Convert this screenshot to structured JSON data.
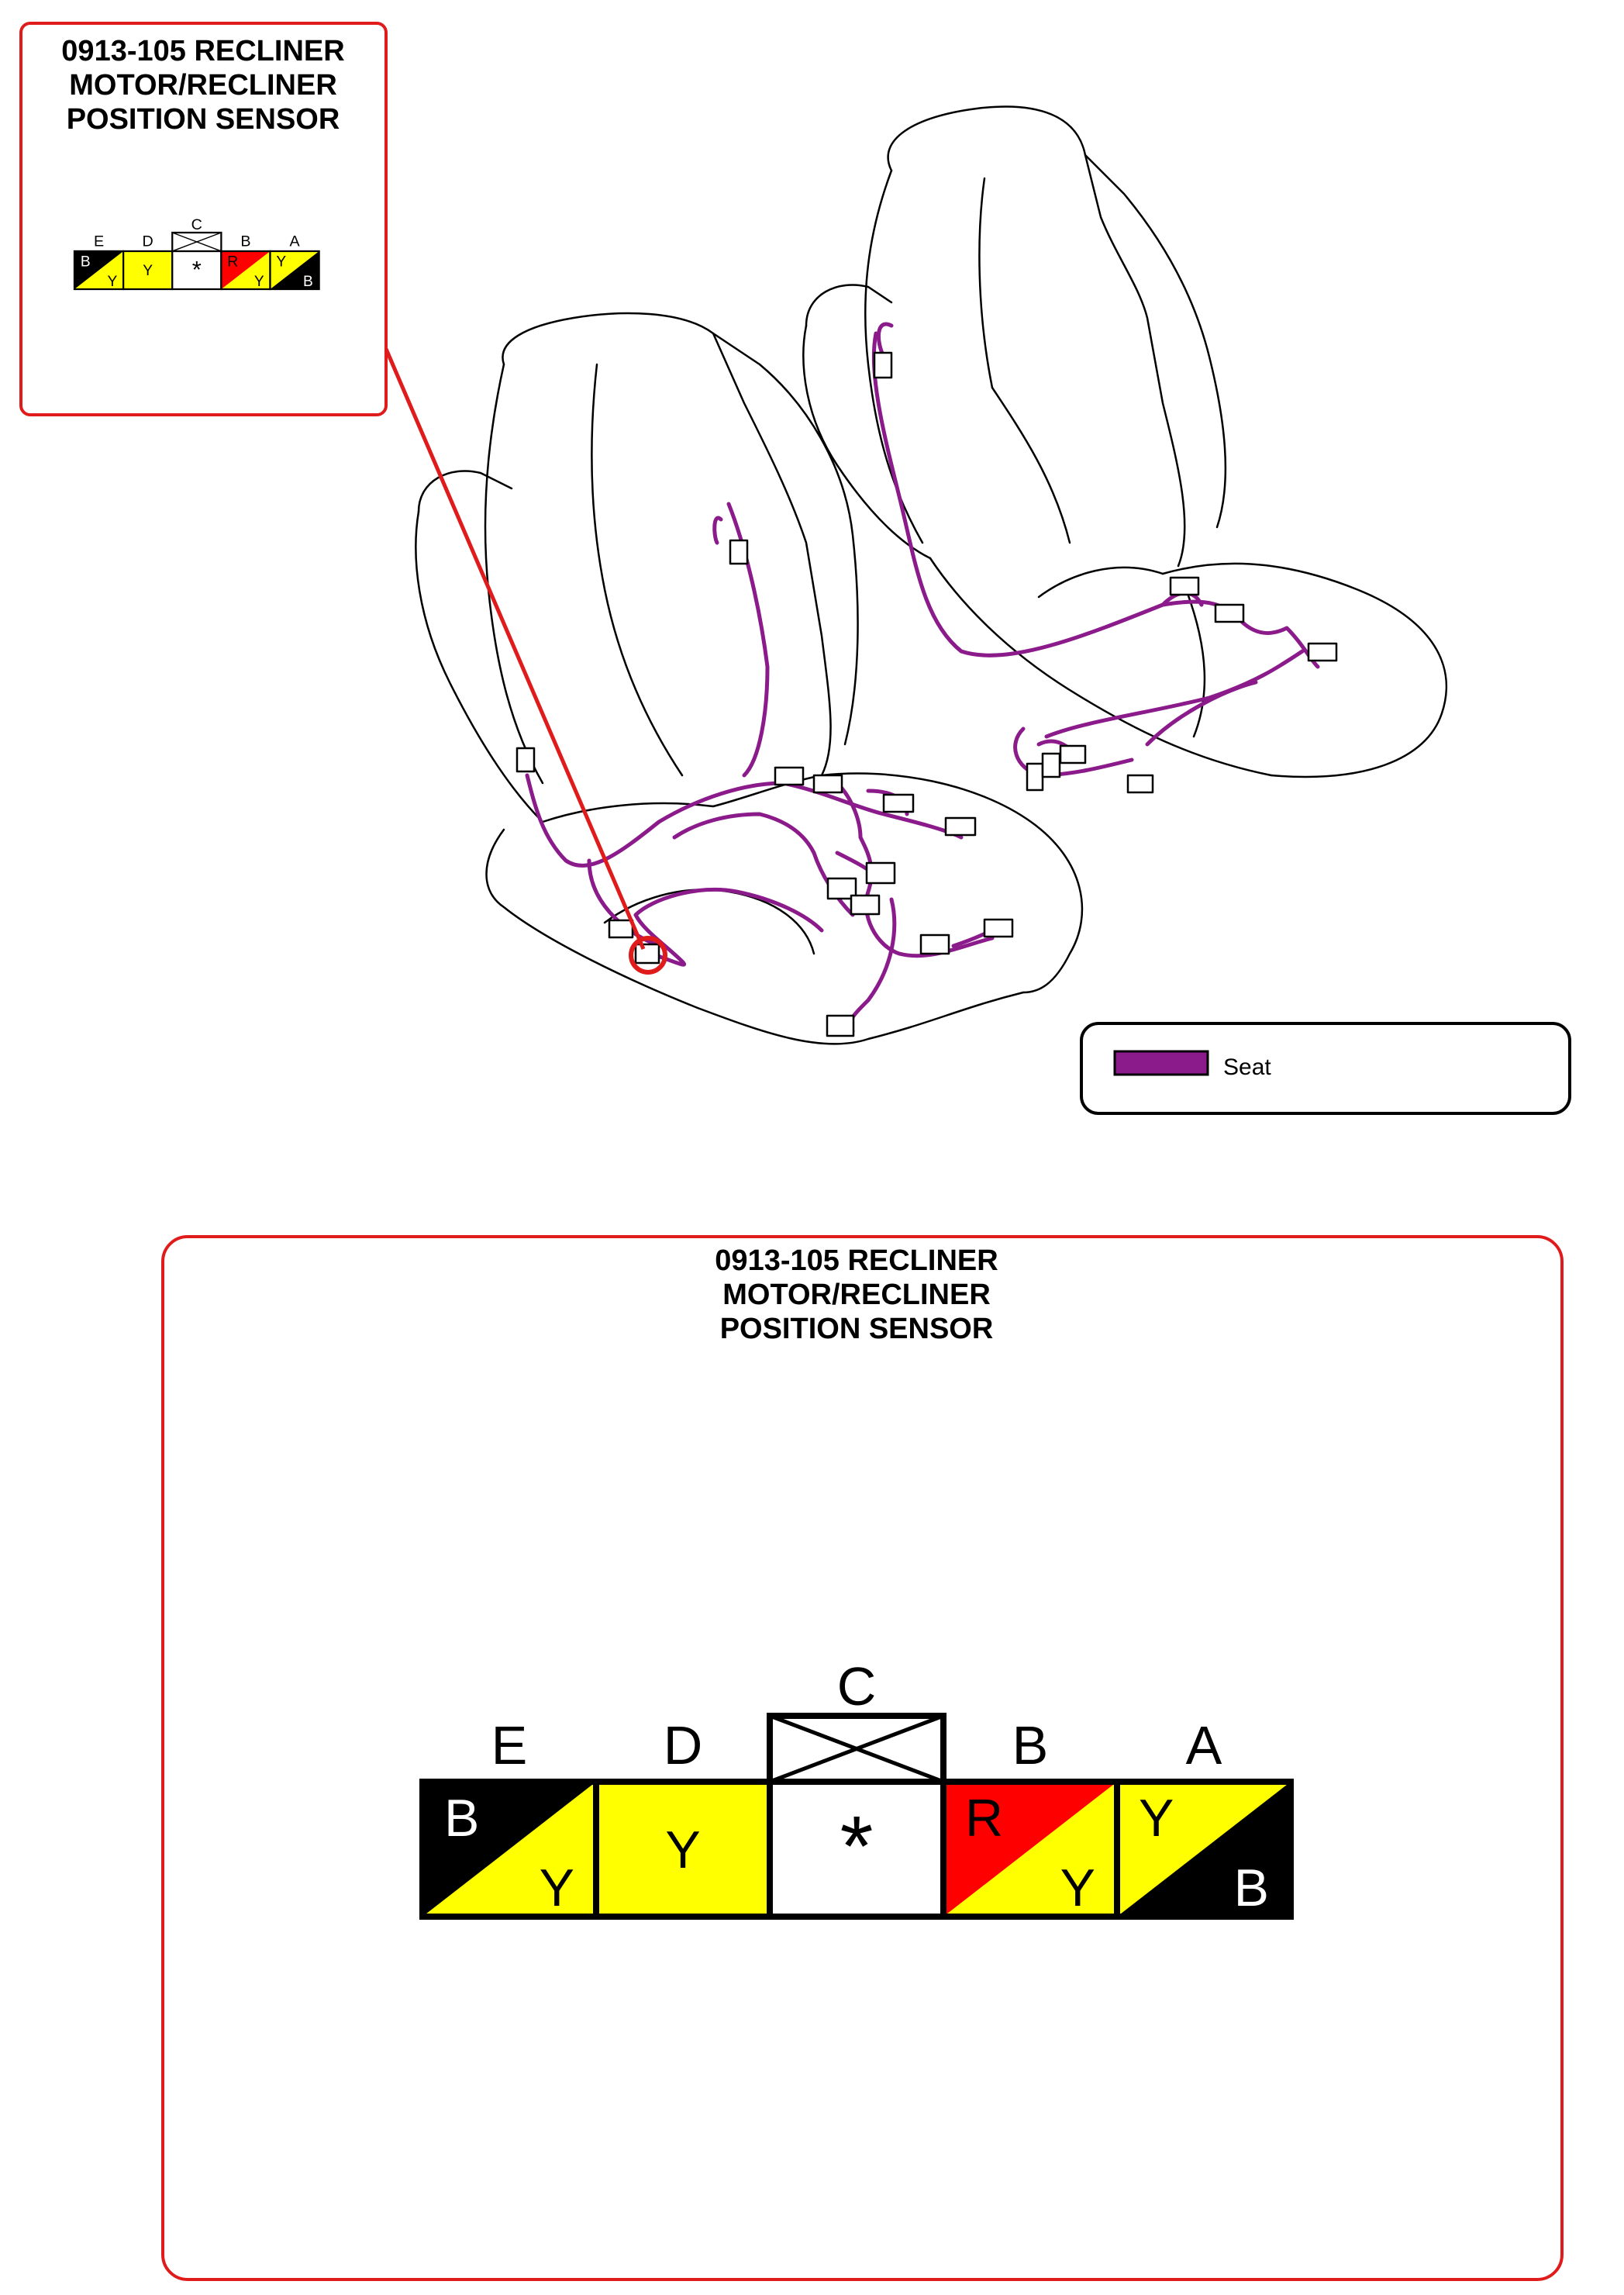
{
  "connector": {
    "id_title_lines": [
      "0913-105 RECLINER",
      "MOTOR/RECLINER",
      "POSITION SENSOR"
    ],
    "pins": [
      {
        "pin": "E",
        "primary": "B",
        "secondary": "Y",
        "primary_color": "#000000",
        "secondary_color": "#ffff00",
        "primary_text_color": "#ffffff",
        "secondary_text_color": "#000000",
        "style": "diagonal-left"
      },
      {
        "pin": "D",
        "primary": "Y",
        "secondary": "",
        "primary_color": "#ffff00",
        "primary_text_color": "#000000",
        "style": "solid"
      },
      {
        "pin": "C",
        "primary": "*",
        "secondary": "",
        "primary_color": "#ffffff",
        "primary_text_color": "#000000",
        "style": "cavity"
      },
      {
        "pin": "B",
        "primary": "R",
        "secondary": "Y",
        "primary_color": "#ff0000",
        "secondary_color": "#ffff00",
        "primary_text_color": "#000000",
        "secondary_text_color": "#000000",
        "style": "diagonal-left"
      },
      {
        "pin": "A",
        "primary": "Y",
        "secondary": "B",
        "primary_color": "#ffff00",
        "secondary_color": "#000000",
        "primary_text_color": "#000000",
        "secondary_text_color": "#ffffff",
        "style": "diagonal-right"
      }
    ]
  },
  "legend": {
    "items": [
      {
        "label": "Seat",
        "color": "#8b1a8b"
      }
    ]
  },
  "colors": {
    "callout_border": "#e01b1b",
    "harness": "#8b1a8b",
    "outline": "#000000"
  }
}
